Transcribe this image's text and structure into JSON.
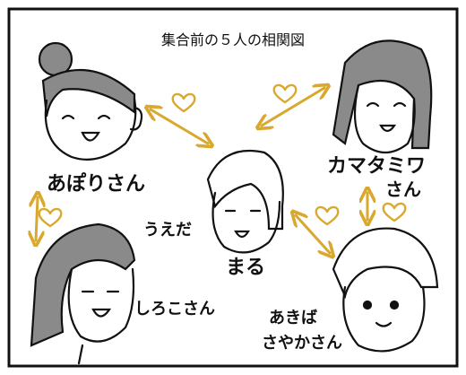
{
  "title": "集合前の５人の相関図",
  "people": {
    "apori": "あぽりさん",
    "kamata_1": "カマタミワ",
    "kamata_2": "さん",
    "maru": "まる",
    "shirokoi_1": "うえだ",
    "shirokoi_2": "しろこさん",
    "akiba_1": "あきば",
    "akiba_2": "さやかさん"
  },
  "colors": {
    "arrow": "#D9A82E",
    "heart": "#D9A82E",
    "ink": "#111111",
    "hair_gray": "#8A8A8A",
    "panel_border": "#111111",
    "background": "#FFFFFF"
  },
  "icons": [
    "heart-icon",
    "double-arrow-icon"
  ]
}
